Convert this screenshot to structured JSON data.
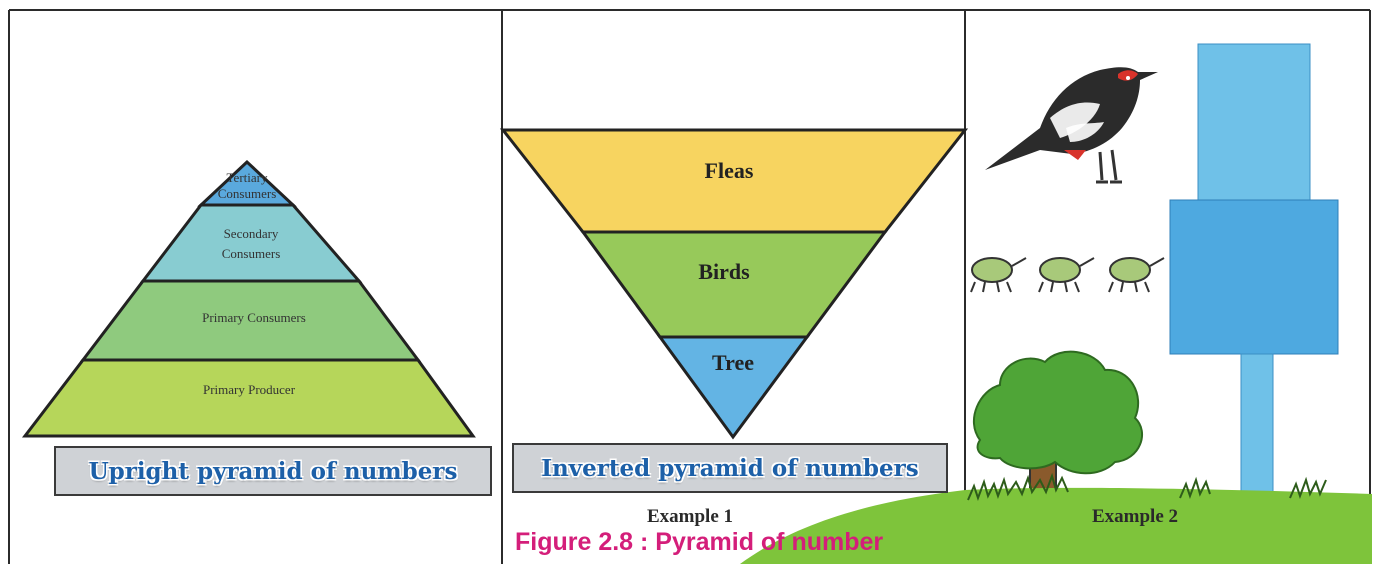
{
  "panel1": {
    "levels": [
      {
        "label_lines": [
          "Tertiary",
          "Consumers"
        ],
        "color": "#5aa9dd"
      },
      {
        "label_lines": [
          "Secondary",
          "Consumers"
        ],
        "color": "#88ccd1"
      },
      {
        "label_lines": [
          "Primary Consumers"
        ],
        "color": "#8fca7e"
      },
      {
        "label_lines": [
          "Primary Producer"
        ],
        "color": "#b6d65a"
      }
    ],
    "caption": "Upright pyramid of numbers"
  },
  "panel2": {
    "levels": [
      {
        "label": "Fleas",
        "color": "#f7d460"
      },
      {
        "label": "Birds",
        "color": "#97c95a"
      },
      {
        "label": "Tree",
        "color": "#63b4e4"
      }
    ],
    "caption": "Inverted pyramid of numbers",
    "example_label": "Example 1"
  },
  "panel3": {
    "example_label": "Example 2",
    "bar_colors": {
      "top": "#6fc1e8",
      "middle": "#4ea9e0",
      "bottom": "#6fc1e8"
    }
  },
  "figure_title": "Figure 2.8 : Pyramid of number",
  "colors": {
    "border": "#2b2b2b",
    "caption_text": "#1d60a8",
    "figure_title": "#d41e7a",
    "grass": "#7ec43b"
  }
}
